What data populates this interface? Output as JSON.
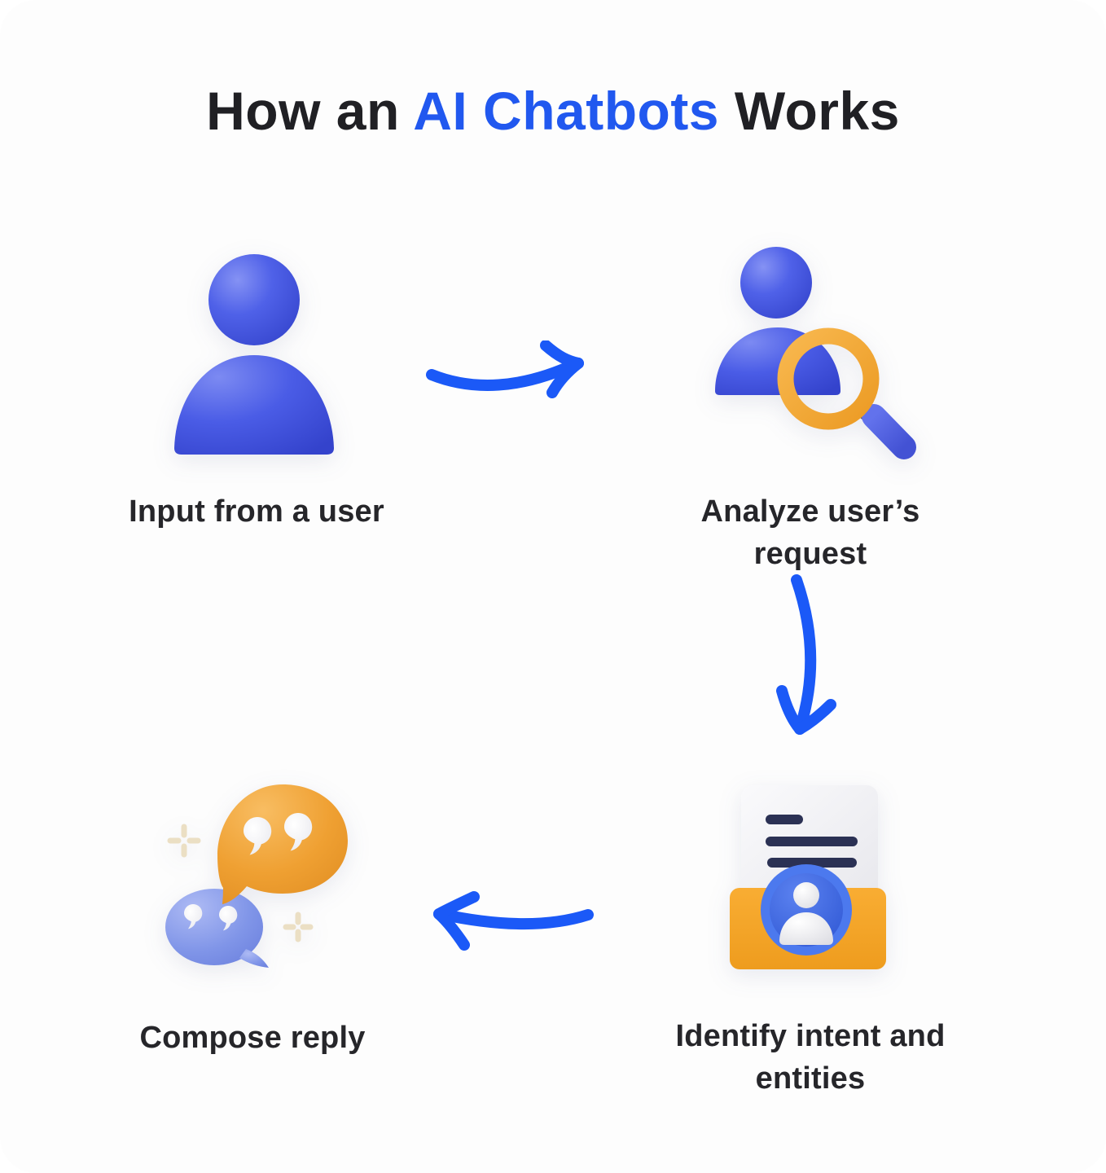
{
  "title": {
    "prefix": "How an ",
    "highlight": "AI Chatbots",
    "suffix": " Works"
  },
  "steps": [
    {
      "label": "Input from a user",
      "icon": "user-3d-icon"
    },
    {
      "label": "Analyze user’s request",
      "icon": "user-search-3d-icon"
    },
    {
      "label": "Identify intent and entities",
      "icon": "document-folder-user-3d-icon"
    },
    {
      "label": "Compose reply",
      "icon": "chat-bubbles-3d-icon"
    }
  ],
  "arrows": [
    {
      "from": "input-from-a-user",
      "to": "analyze-users-request",
      "direction": "right"
    },
    {
      "from": "analyze-users-request",
      "to": "identify-intent-entities",
      "direction": "down"
    },
    {
      "from": "identify-intent-entities",
      "to": "compose-reply",
      "direction": "left"
    }
  ],
  "colors": {
    "title_dark": "#202024",
    "accent_blue": "#2158ef",
    "arrow_blue": "#1b59f7",
    "person_blue": "#4557e4",
    "magnifier_orange": "#f3a73c",
    "folder_orange": "#f6a42a",
    "document_gray": "#f0f0f3",
    "doc_line_navy": "#2b3154",
    "badge_blue": "#4c79ee",
    "bubble_orange": "#efa032",
    "bubble_blue": "#8095e8",
    "sparkle_cream": "#ebdfc4",
    "label_dark": "#26262a",
    "background": "#fdfdfd"
  }
}
